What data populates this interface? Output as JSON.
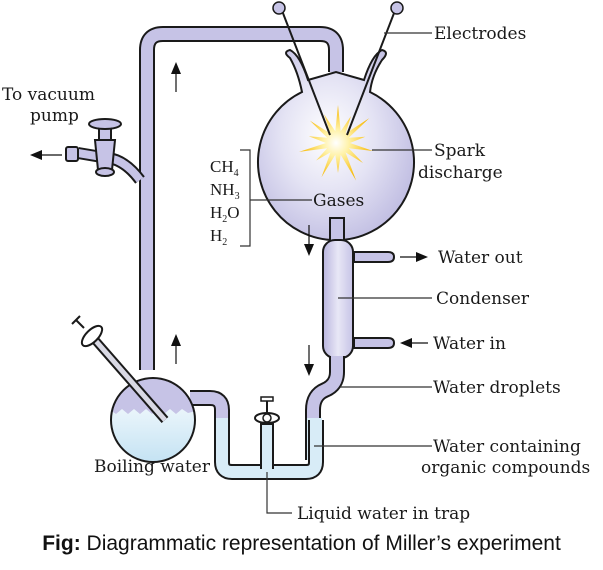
{
  "figure": {
    "title": "Diagrammatic representation of Miller's experiment",
    "caption_prefix": "Fig:",
    "caption_text": " Diagrammatic representation of Miller’s experiment"
  },
  "labels": {
    "vacuum_line1": "To vacuum",
    "vacuum_line2": "pump",
    "electrodes": "Electrodes",
    "spark_line1": "Spark",
    "spark_line2": "discharge",
    "gases": "Gases",
    "water_out": "Water out",
    "condenser": "Condenser",
    "water_in": "Water in",
    "water_droplets": "Water droplets",
    "organic_line1": "Water containing",
    "organic_line2": "organic compounds",
    "boiling_water": "Boiling water",
    "liquid_trap": "Liquid water in trap"
  },
  "gases_list": [
    {
      "base": "CH",
      "sub": "4",
      "tail": ""
    },
    {
      "base": "NH",
      "sub": "3",
      "tail": ""
    },
    {
      "base": "H",
      "sub": "2",
      "tail": "O"
    },
    {
      "base": "H",
      "sub": "2",
      "tail": ""
    }
  ],
  "colors": {
    "glass": "#c6c3e6",
    "water": "#d8ecf7",
    "spark": "#f7c21a",
    "outline": "#1a1a1a"
  }
}
